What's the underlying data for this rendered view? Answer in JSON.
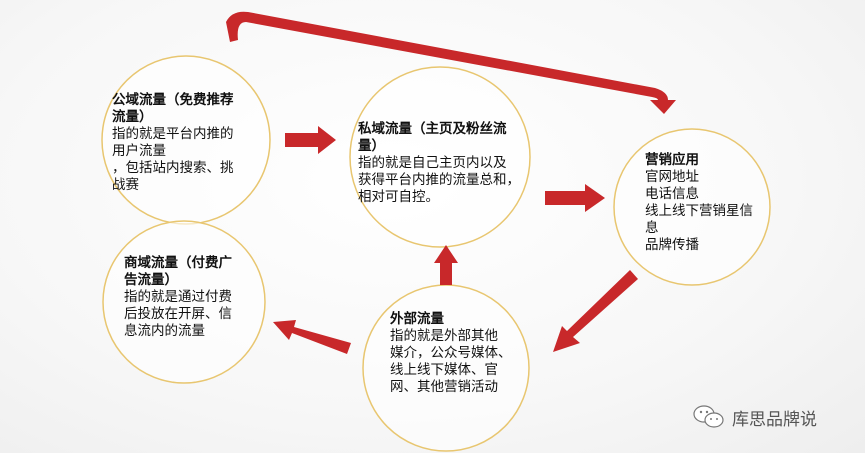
{
  "colors": {
    "arrow": "#c8282a",
    "circle_border": "#e8c670"
  },
  "nodes": {
    "public": {
      "title": [
        "公域流量（免费推荐",
        "流量）"
      ],
      "lines": [
        "指的就是平台内推的",
        "用户流量",
        "，包括站内搜索、挑",
        "战赛"
      ]
    },
    "private": {
      "title": [
        "私域流量（主页及粉丝流",
        "量）"
      ],
      "lines": [
        "指的就是自己主页内以及",
        "获得平台内推的流量总和，",
        "相对可自控。"
      ]
    },
    "marketing": {
      "title": [
        "营销应用"
      ],
      "lines": [
        "官网地址",
        "电话信息",
        "线上线下营销星信",
        "息",
        "品牌传播"
      ]
    },
    "commercial": {
      "title": [
        "商域流量（付费广",
        "告流量）"
      ],
      "lines": [
        "指的就是通过付费",
        "后投放在开屏、信",
        "息流内的流量"
      ]
    },
    "external": {
      "title": [
        "外部流量"
      ],
      "lines": [
        "指的就是外部其他",
        "媒介，公众号媒体、",
        "线上线下媒体、官",
        "网、其他营销活动"
      ]
    }
  },
  "watermark": {
    "icon": "wechat-icon",
    "text": "库思品牌说"
  }
}
